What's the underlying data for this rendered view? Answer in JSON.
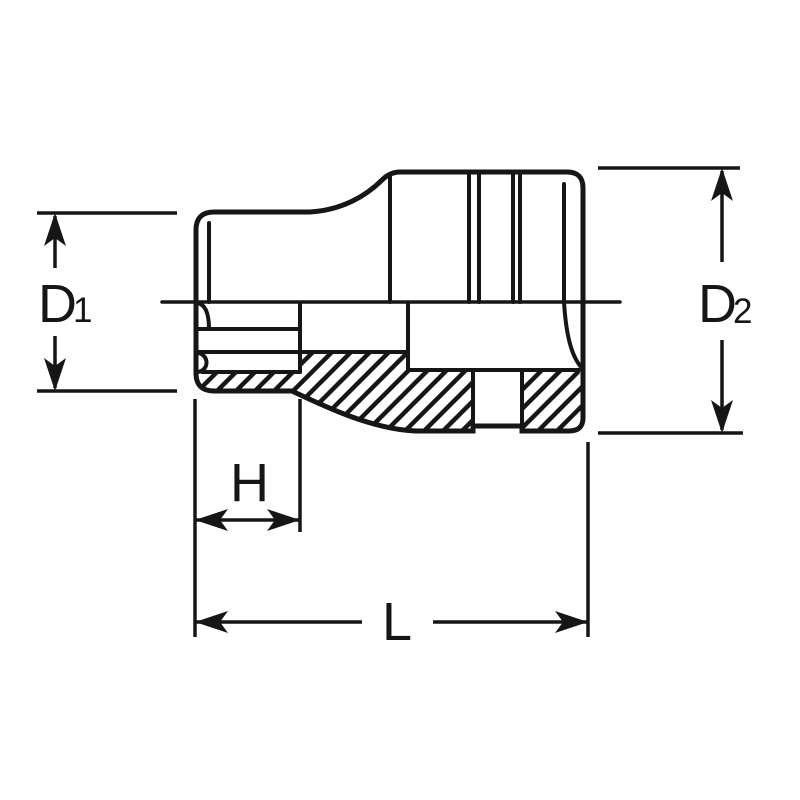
{
  "labels": {
    "d1": {
      "main": "D",
      "sub": "1"
    },
    "d2": {
      "main": "D",
      "sub": "2"
    },
    "h": "H",
    "l": "L"
  },
  "colors": {
    "ink": "#161616",
    "background": "#ffffff"
  }
}
